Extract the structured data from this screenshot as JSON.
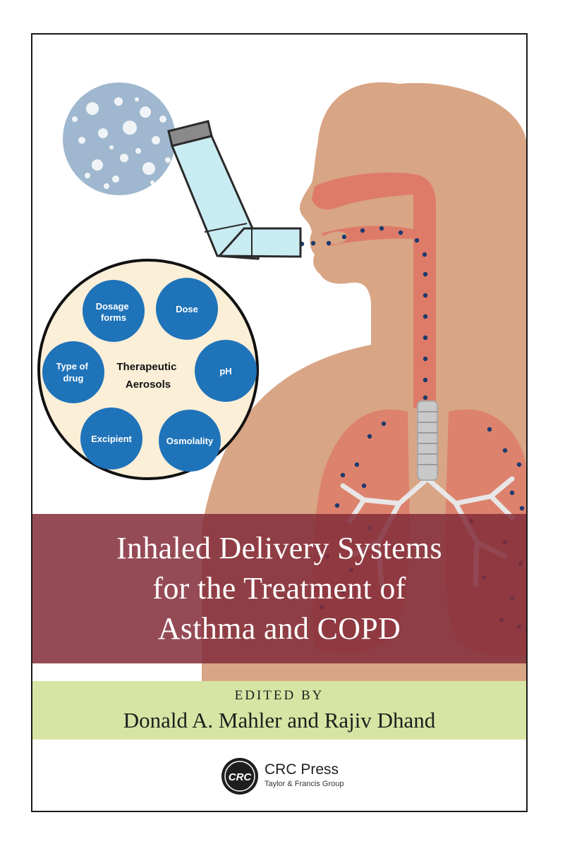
{
  "cover": {
    "title_lines": [
      "Inhaled Delivery Systems",
      "for the Treatment of",
      "Asthma and COPD"
    ],
    "edited_by": "EDITED BY",
    "editors": "Donald A. Mahler and Rajiv Dhand",
    "publisher": {
      "logo_text": "CRC",
      "name": "CRC Press",
      "group": "Taylor & Francis Group"
    }
  },
  "diagram": {
    "center_label": [
      "Therapeutic",
      "Aerosols"
    ],
    "bubbles": [
      {
        "lines": [
          "Dosage",
          "forms"
        ]
      },
      {
        "lines": [
          "Dose"
        ]
      },
      {
        "lines": [
          "pH"
        ]
      },
      {
        "lines": [
          "Osmolality"
        ]
      },
      {
        "lines": [
          "Excipient"
        ]
      },
      {
        "lines": [
          "Type of",
          "drug"
        ]
      }
    ]
  },
  "colors": {
    "skin": "#d8a585",
    "airway": "#de7b68",
    "title_band": "#842d3a",
    "editor_band": "#d6e5a3",
    "bubble": "#1f73b9",
    "diagram_bg": "#fbefd8",
    "inhaler": "#c9ecf2",
    "particle_circle": "#9fb8cf",
    "dots": "#1d3a6e"
  }
}
